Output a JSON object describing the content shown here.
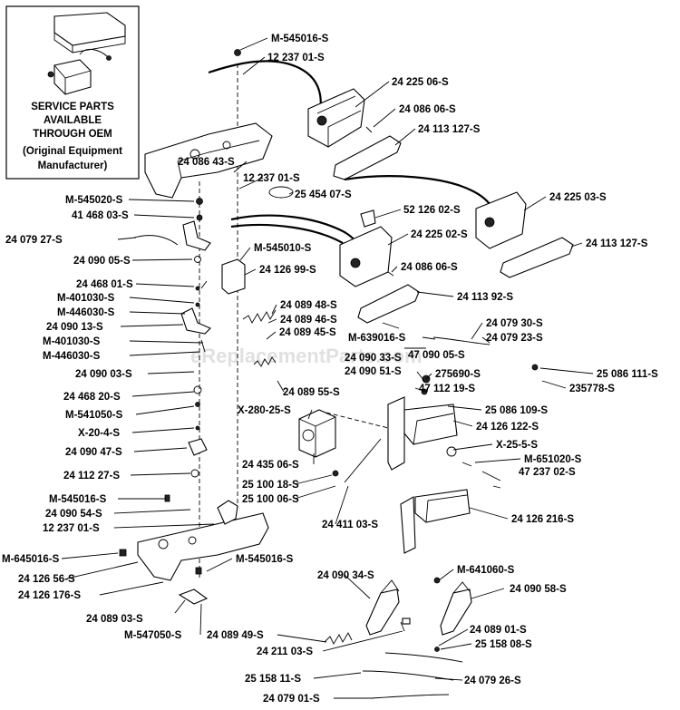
{
  "inset": {
    "lines": [
      "SERVICE PARTS",
      "AVAILABLE",
      "THROUGH OEM",
      "(Original Equipment",
      "Manufacturer)"
    ]
  },
  "watermark": "eReplacementParts.com",
  "labels": [
    "M-545016-S",
    "12 237 01-S",
    "24 225 06-S",
    "24 086 06-S",
    "24 113 127-S",
    "24 086 43-S",
    "12 237 01-S",
    "25 454 07-S",
    "M-545020-S",
    "41 468 03-S",
    "52 126 02-S",
    "24 225 03-S",
    "24 079 27-S",
    "24 225 02-S",
    "24 113 127-S",
    "M-545010-S",
    "24 090 05-S",
    "24 126 99-S",
    "24 086 06-S",
    "24 468 01-S",
    "24 113 92-S",
    "M-401030-S",
    "24 089 48-S",
    "M-446030-S",
    "24 089 46-S",
    "24 090 13-S",
    "24 089 45-S",
    "M-639016-S",
    "24 079 30-S",
    "M-401030-S",
    "24 079 23-S",
    "M-446030-S",
    "47 090 05-S",
    "24 090 33-S",
    "24 090 51-S",
    "24 090 03-S",
    "275690-S",
    "25 086 111-S",
    "24 468 20-S",
    "47 112 19-S",
    "235778-S",
    "24 089 55-S",
    "X-280-25-S",
    "25 086 109-S",
    "M-541050-S",
    "24 126 122-S",
    "X-20-4-S",
    "X-25-5-S",
    "24 090 47-S",
    "M-651020-S",
    "24 435 06-S",
    "47 237 02-S",
    "24 112 27-S",
    "25 100 18-S",
    "25 100 06-S",
    "M-545016-S",
    "24 090 54-S",
    "24 411 03-S",
    "24 126 216-S",
    "12 237 01-S",
    "M-645016-S",
    "M-545016-S",
    "M-641060-S",
    "24 090 34-S",
    "24 126 56-S",
    "24 090 58-S",
    "24 126 176-S",
    "24 089 03-S",
    "M-547050-S",
    "24 089 01-S",
    "24 089 49-S",
    "25 158 08-S",
    "24 211 03-S",
    "25 158 11-S",
    "24 079 26-S",
    "24 079 01-S"
  ]
}
